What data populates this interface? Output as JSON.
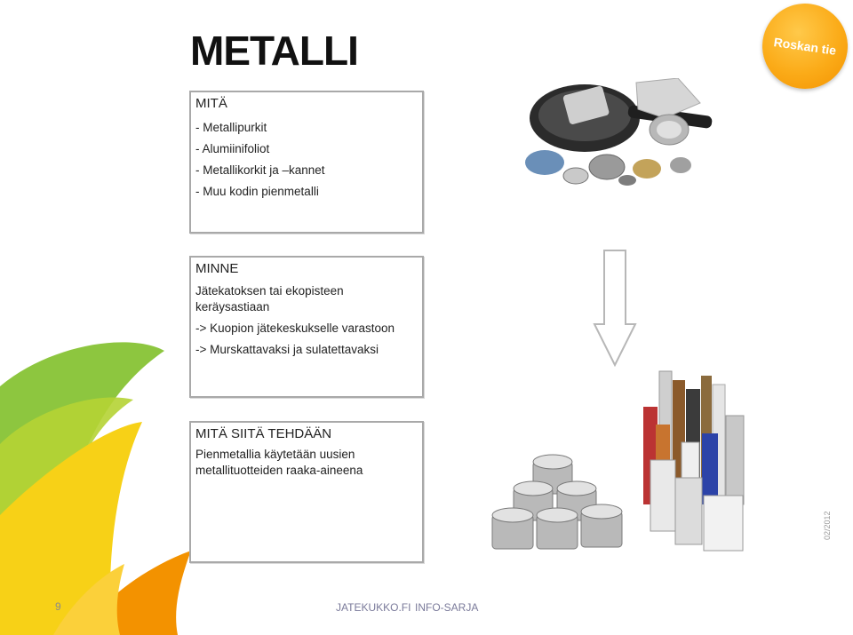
{
  "title": "METALLI",
  "badge": "Roskan tie",
  "box_what": {
    "heading": "MITÄ",
    "items": [
      "- Metallipurkit",
      "- Alumiinifoliot",
      "- Metallikorkit ja –kannet",
      "- Muu kodin pienmetalli"
    ]
  },
  "box_where": {
    "heading": "MINNE",
    "line1": "Jätekatoksen tai ekopisteen",
    "line2": "keräysastiaan",
    "line3": "-> Kuopion jätekeskukselle varastoon",
    "line4": "-> Murskattavaksi ja sulatettavaksi"
  },
  "box_made": {
    "heading": "MITÄ SIITÄ TEHDÄÄN",
    "line1": "Pienmetallia käytetään uusien",
    "line2": "metallituotteiden raaka-aineena"
  },
  "footer": {
    "page": "9",
    "site": "JATEKUKKO.FI",
    "series": "INFO-SARJA",
    "date": "02/2012"
  },
  "colors": {
    "leaf_green": "#8dc63f",
    "leaf_yellow": "#f7d117",
    "leaf_orange": "#f39200",
    "badge_orange": "#fbab18",
    "arrow_gray": "#d9d9d9"
  }
}
